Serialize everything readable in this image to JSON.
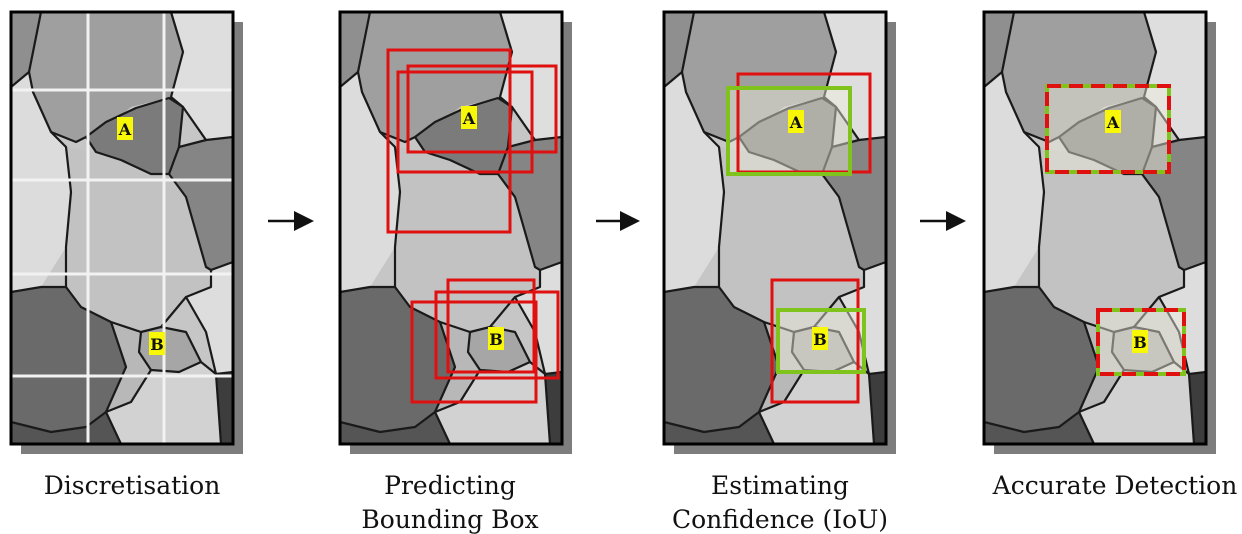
{
  "panels": [
    {
      "caption": [
        "Discretisation"
      ]
    },
    {
      "caption": [
        "Predicting",
        "Bounding Box"
      ]
    },
    {
      "caption": [
        "Estimating",
        "Confidence (IoU)"
      ]
    },
    {
      "caption": [
        "Accurate Detection"
      ]
    }
  ],
  "markers": {
    "a": "A",
    "b": "B"
  },
  "colors": {
    "prediction_box": "#e01010",
    "ground_truth_box": "#7fc31c",
    "marker_highlight": "#f7f707",
    "grid_line": "#f2f2f2",
    "panel_border": "#000000",
    "panel_shadow": "#7d7d7d"
  },
  "icons": {
    "arrow": "right-arrow-icon"
  }
}
